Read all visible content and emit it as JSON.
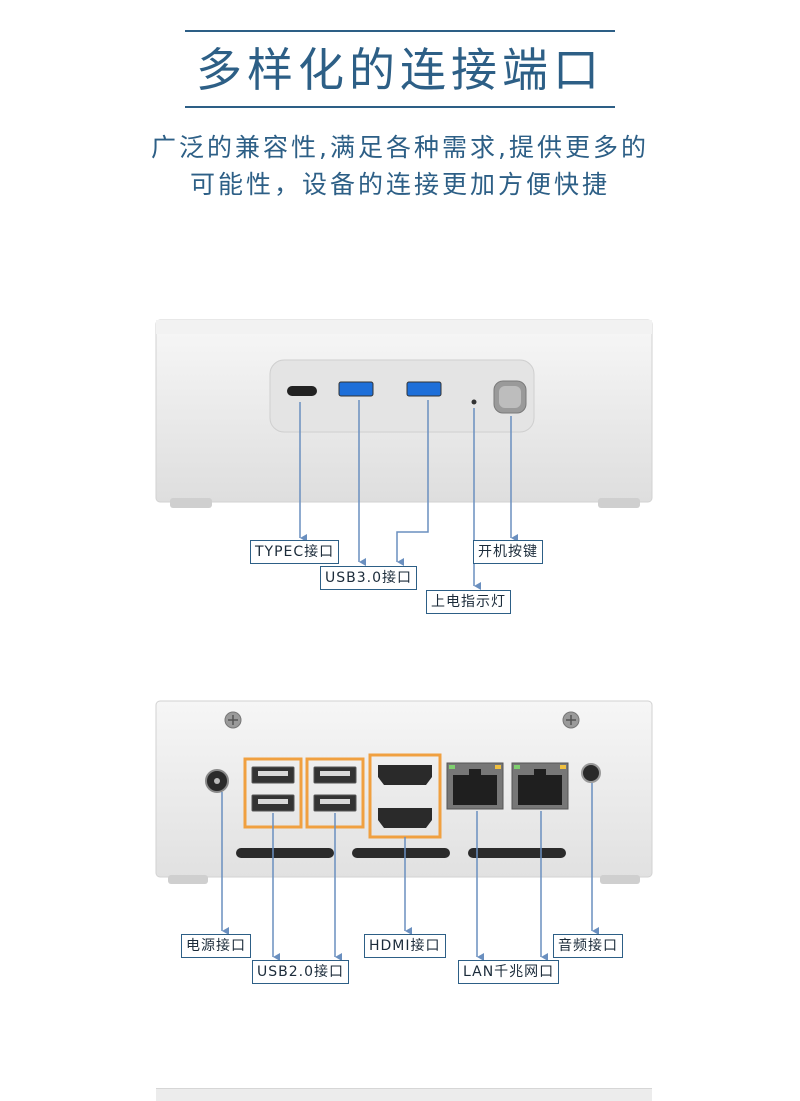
{
  "header": {
    "title": "多样化的连接端口",
    "subtitle_line1": "广泛的兼容性,满足各种需求,提供更多的",
    "subtitle_line2": "可能性，设备的连接更加方便快捷"
  },
  "front_panel": {
    "labels": {
      "typec": "TYPEC接口",
      "usb30": "USB3.0接口",
      "power_led": "上电指示灯",
      "power_button": "开机按键"
    }
  },
  "rear_panel": {
    "labels": {
      "dc_in": "电源接口",
      "usb20": "USB2.0接口",
      "hdmi": "HDMI接口",
      "lan": "LAN千兆网口",
      "audio": "音频接口"
    },
    "highlight_color": "#f0a040"
  },
  "colors": {
    "accent": "#2d5f86",
    "callout_line": "#6a8fbf",
    "case": "#ececec"
  }
}
